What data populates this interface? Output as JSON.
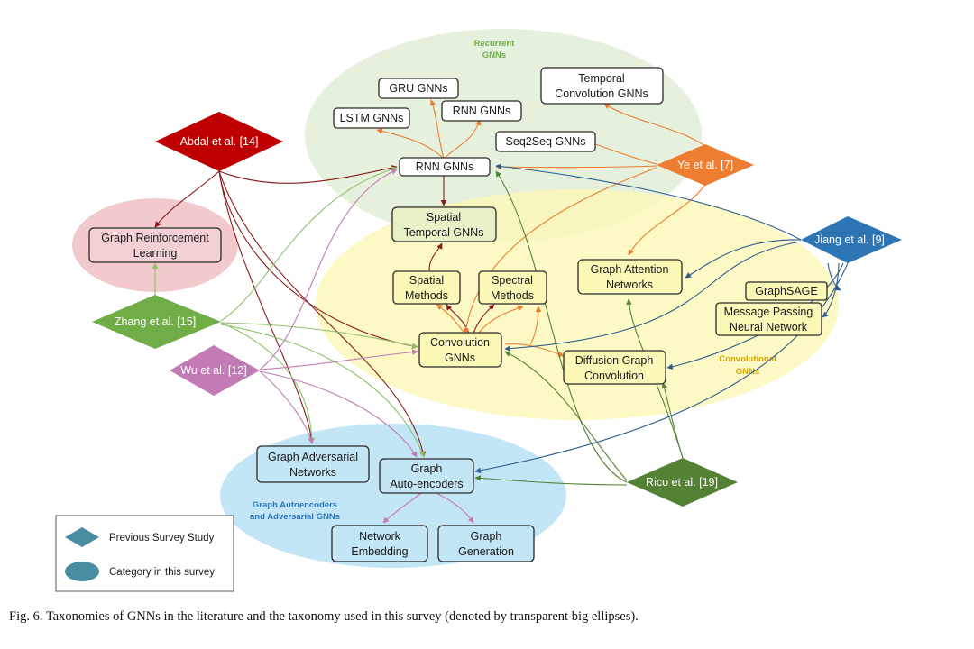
{
  "categories": {
    "recurrent": {
      "line1": "Recurrent",
      "line2": "GNNs",
      "fill": "#e2efd9",
      "text_color": "#70ad47"
    },
    "convolutional": {
      "line1": "Convolutional",
      "line2": "GNNs",
      "fill": "#fbf7b6",
      "text_color": "#d6a200"
    },
    "reinforcement": {
      "fill": "#f2c9cc"
    },
    "autoencoders": {
      "line1": "Graph Autoencoders",
      "line2": "and Adversarial GNNs",
      "fill": "#c3e6f6",
      "text_color": "#2e75b6"
    }
  },
  "nodes": {
    "gru": "GRU GNNs",
    "lstm": "LSTM GNNs",
    "rnn_small": "RNN GNNs",
    "temporal_conv": [
      "Temporal",
      "Convolution GNNs"
    ],
    "seq2seq": "Seq2Seq GNNs",
    "rnn_main": "RNN GNNs",
    "spatial_temporal": [
      "Spatial",
      "Temporal GNNs"
    ],
    "graph_rl": [
      "Graph Reinforcement",
      "Learning"
    ],
    "spatial_methods": [
      "Spatial",
      "Methods"
    ],
    "spectral_methods": [
      "Spectral",
      "Methods"
    ],
    "graph_attention": [
      "Graph Attention",
      "Networks"
    ],
    "graphsage": "GraphSAGE",
    "mpnn": [
      "Message Passing",
      "Neural Network"
    ],
    "conv_gnns": [
      "Convolution",
      "GNNs"
    ],
    "diffusion": [
      "Diffusion Graph",
      "Convolution"
    ],
    "graph_adversarial": [
      "Graph Adversarial",
      "Networks"
    ],
    "graph_autoencoders": [
      "Graph",
      "Auto-encoders"
    ],
    "network_embedding": [
      "Network",
      "Embedding"
    ],
    "graph_generation": [
      "Graph",
      "Generation"
    ]
  },
  "surveys": {
    "abdal": {
      "label": "Abdal et al. [14]",
      "color": "#c00000"
    },
    "ye": {
      "label": "Ye et al. [7]",
      "color": "#ed7d31"
    },
    "jiang": {
      "label": "Jiang et al. [9]",
      "color": "#2e75b6"
    },
    "zhang": {
      "label": "Zhang et al. [15]",
      "color": "#70ad47"
    },
    "wu": {
      "label": "Wu et al. [12]",
      "color": "#c27bb5"
    },
    "rico": {
      "label": "Rico et al. [19]",
      "color": "#548235"
    }
  },
  "legend": {
    "survey_label": "Previous Survey Study",
    "category_label": "Category in this survey",
    "marker_color": "#4a8da3"
  },
  "caption": "Fig. 6.   Taxonomies of GNNs in the literature and the taxonomy used in this survey (denoted by transparent big ellipses)."
}
